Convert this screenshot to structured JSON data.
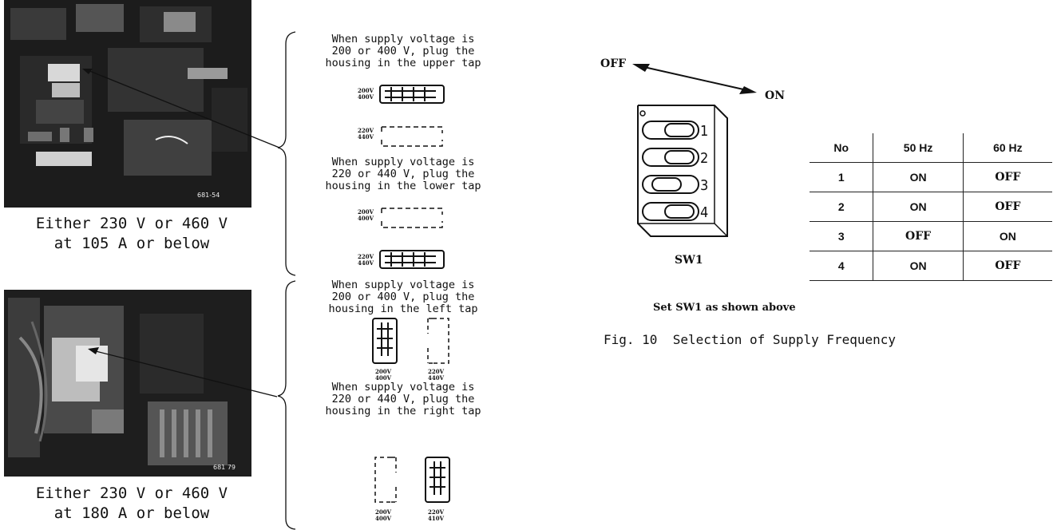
{
  "photo1": {
    "number": "681-54",
    "caption_line1": "Either 230 V or 460 V",
    "caption_line2": "at 105 A or below"
  },
  "photo2": {
    "number": "681 79",
    "caption_line1": "Either 230 V or 460 V",
    "caption_line2": "at 180 A or below"
  },
  "instructions_a": {
    "upper": [
      "When supply voltage is",
      "200 or 400 V, plug the",
      "housing in the upper tap"
    ],
    "lower": [
      "When supply voltage is",
      "220 or 440 V, plug the",
      "housing in the lower tap"
    ],
    "label_200": "200V",
    "label_400": "400V",
    "label_220": "220V",
    "label_440": "440V"
  },
  "instructions_b": {
    "left": [
      "When supply voltage is",
      "200 or 400 V, plug the",
      "housing in the left tap"
    ],
    "right": [
      "When supply voltage is",
      "220 or 440 V, plug the",
      "housing in the right tap"
    ],
    "label_200": "200V",
    "label_400": "400V",
    "label_220": "220V",
    "label_440": "440V",
    "label_410": "410V"
  },
  "switch": {
    "off_label": "OFF",
    "on_label": "ON",
    "name": "SW1",
    "positions": [
      "1",
      "2",
      "3",
      "4"
    ],
    "note": "Set SW1 as shown above",
    "figure_caption": "Fig. 10  Selection of Supply Frequency"
  },
  "table": {
    "headers": [
      "No",
      "50 Hz",
      "60 Hz"
    ],
    "rows": [
      [
        "1",
        "ON",
        "OFF"
      ],
      [
        "2",
        "ON",
        "OFF"
      ],
      [
        "3",
        "OFF",
        "ON"
      ],
      [
        "4",
        "ON",
        "OFF"
      ]
    ]
  }
}
